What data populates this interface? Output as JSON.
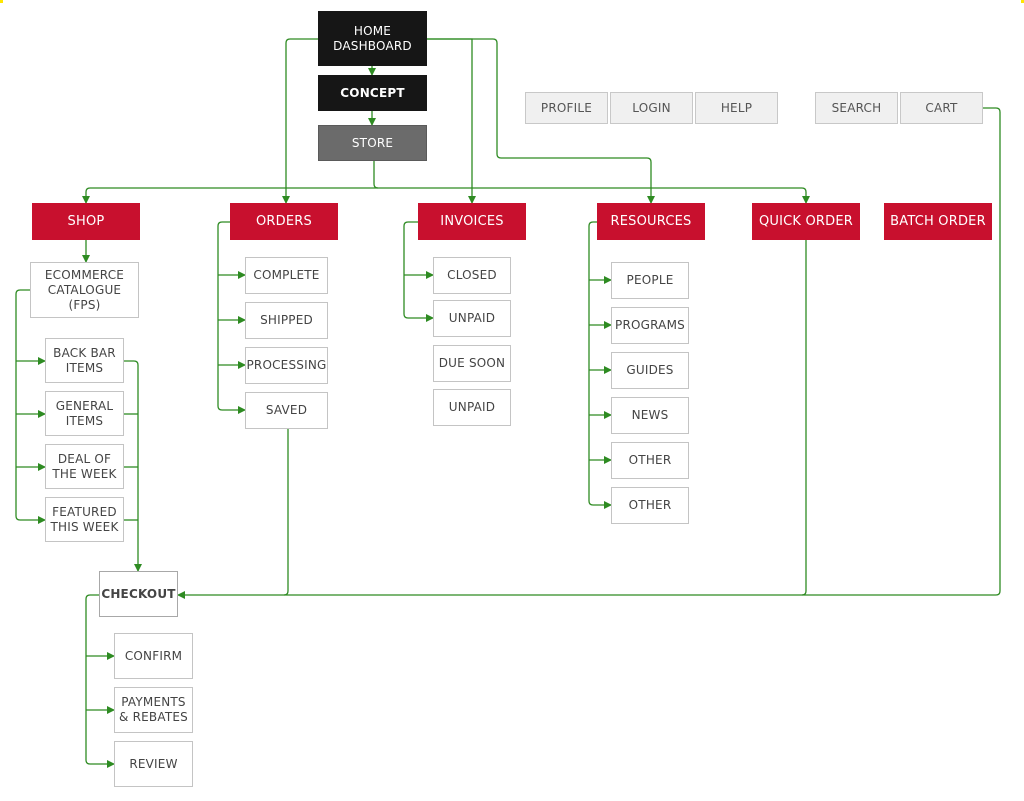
{
  "top": {
    "home": "HOME\nDASHBOARD",
    "concept": "CONCEPT",
    "store": "STORE"
  },
  "utility": {
    "profile": "PROFILE",
    "login": "LOGIN",
    "help": "HELP",
    "search": "SEARCH",
    "cart": "CART"
  },
  "sections": {
    "shop": "SHOP",
    "orders": "ORDERS",
    "invoices": "INVOICES",
    "resources": "RESOURCES",
    "quick_order": "QUICK ORDER",
    "batch_order": "BATCH ORDER"
  },
  "shop": {
    "catalogue": "ECOMMERCE\nCATALOGUE (FPS)",
    "items": [
      "BACK BAR\nITEMS",
      "GENERAL\nITEMS",
      "DEAL OF\nTHE WEEK",
      "FEATURED\nTHIS WEEK"
    ]
  },
  "orders": {
    "items": [
      "COMPLETE",
      "SHIPPED",
      "PROCESSING",
      "SAVED"
    ]
  },
  "invoices": {
    "items": [
      "CLOSED",
      "UNPAID",
      "DUE SOON",
      "UNPAID"
    ]
  },
  "resources": {
    "items": [
      "PEOPLE",
      "PROGRAMS",
      "GUIDES",
      "NEWS",
      "OTHER",
      "OTHER"
    ]
  },
  "checkout": {
    "label": "CHECKOUT",
    "items": [
      "CONFIRM",
      "PAYMENTS\n& REBATES",
      "REVIEW"
    ]
  },
  "colors": {
    "connector": "#2e8b22",
    "section_red": "#c8102e",
    "top_dark": "#161616",
    "store_gray": "#6b6b6b"
  }
}
